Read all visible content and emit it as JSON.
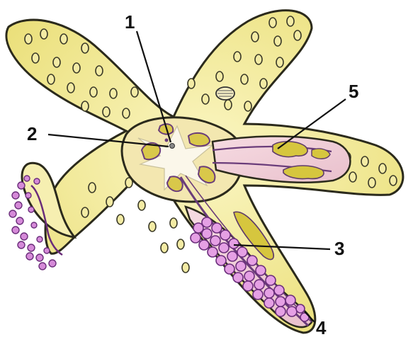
{
  "diagram": {
    "callouts": [
      {
        "number": "1"
      },
      {
        "number": "2"
      },
      {
        "number": "3"
      },
      {
        "number": "4"
      },
      {
        "number": "5"
      }
    ]
  }
}
